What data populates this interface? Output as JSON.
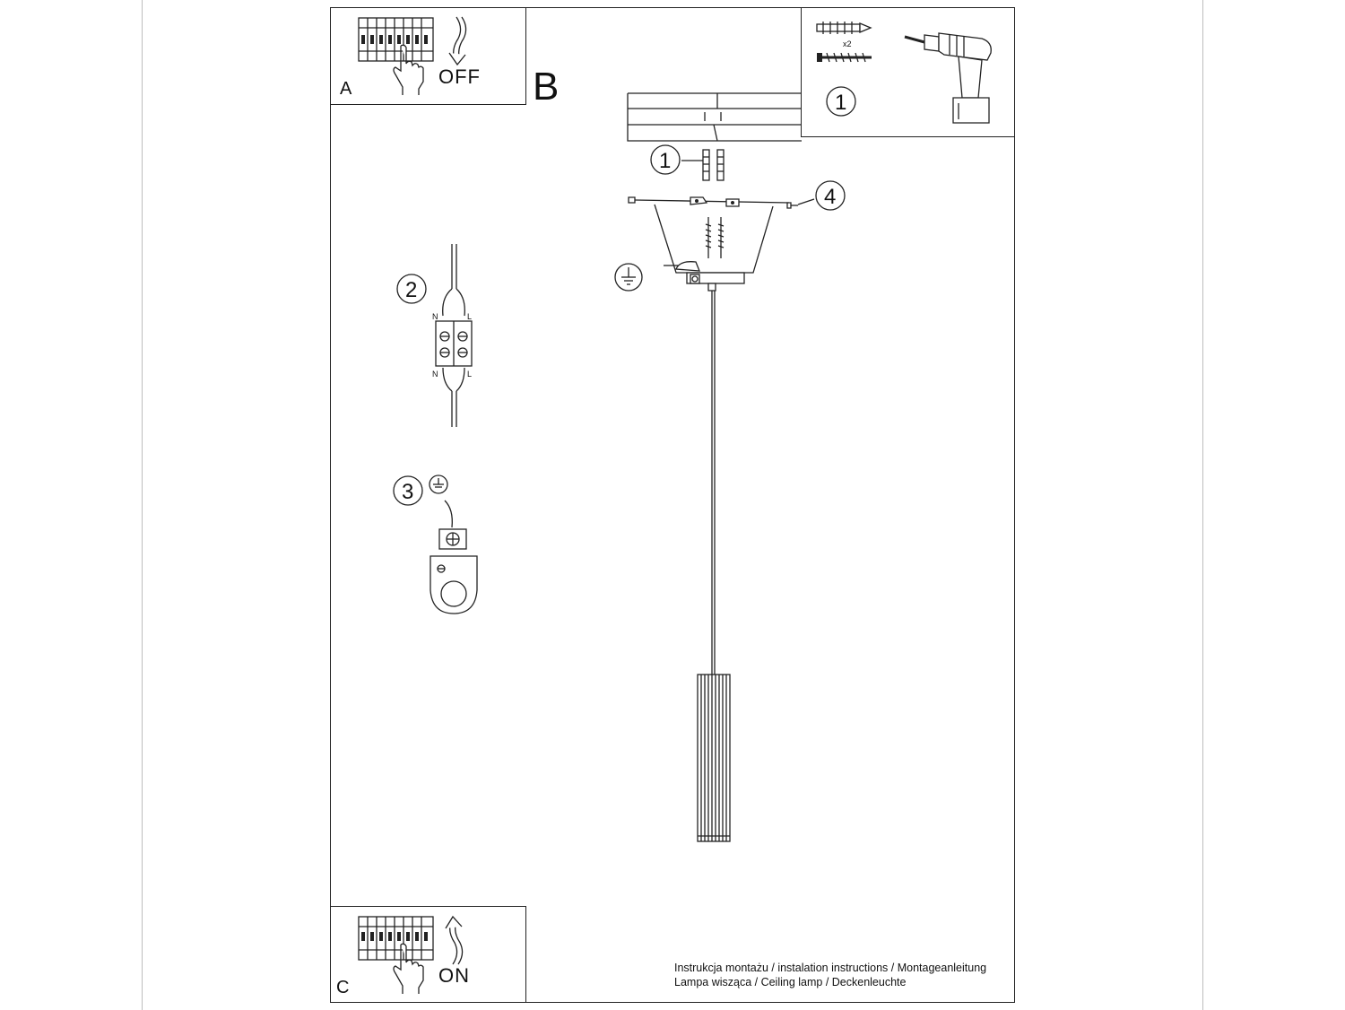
{
  "panel_a": {
    "letter": "A",
    "state": "OFF"
  },
  "panel_b": {
    "letter": "B"
  },
  "panel_c": {
    "letter": "C",
    "state": "ON"
  },
  "tools": {
    "step": "1",
    "quantity": "x2"
  },
  "steps": {
    "anchors": "1",
    "wiring": "2",
    "ground": "3",
    "screws": "4"
  },
  "terminal": {
    "n_top": "N",
    "l_top": "L",
    "n_bottom": "N",
    "l_bottom": "L"
  },
  "caption": {
    "line1": "Instrukcja montażu / instalation instructions / Montageanleitung",
    "line2": "Lampa wisząca / Ceiling lamp / Deckenleuchte"
  },
  "icons": [
    "breaker-panel-icon",
    "hand-icon",
    "arrow-down-icon",
    "arrow-up-icon",
    "drill-icon",
    "wall-plug-icon",
    "screw-icon",
    "ground-symbol-icon",
    "terminal-block-icon",
    "pendant-lamp-icon"
  ]
}
